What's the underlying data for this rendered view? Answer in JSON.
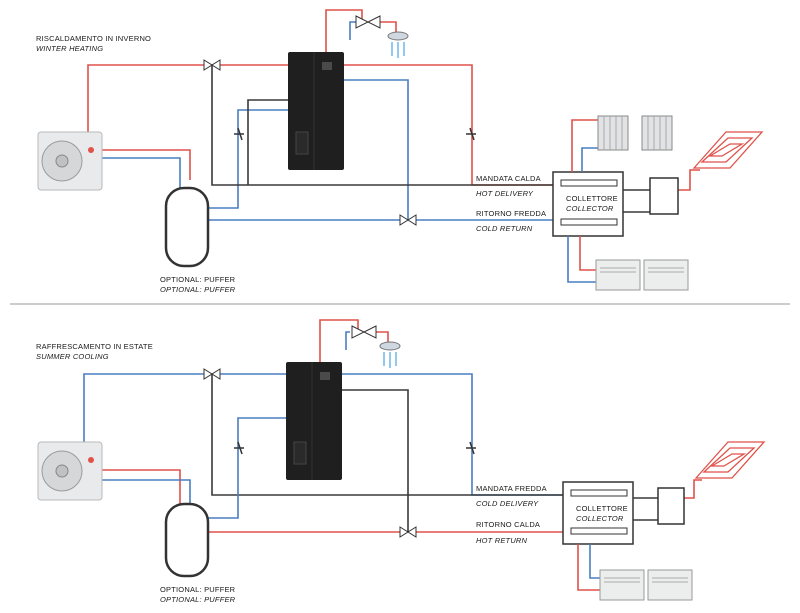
{
  "colors": {
    "hot": "#e0524a",
    "cold": "#4a7fc1",
    "neutral": "#3a3a3a",
    "unit_body": "#1f1f1f",
    "outdoor_unit": "#e9eaeb",
    "divider": "#9a9a9a"
  },
  "icons": [
    "outdoor-unit-icon",
    "indoor-heat-pump-icon",
    "puffer-tank-icon",
    "shower-icon",
    "mixing-valve-icon",
    "radiator-icon",
    "underfloor-coil-icon",
    "fan-coil-icon",
    "check-valve-icon",
    "three-way-valve-icon",
    "control-box-icon"
  ],
  "panels": [
    {
      "title": "RISCALDAMENTO IN INVERNO",
      "subtitle": "WINTER HEATING",
      "puffer_label": "OPTIONAL: PUFFER",
      "puffer_label_en": "OPTIONAL: PUFFER",
      "collector_label": "COLLETTORE",
      "collector_label_en": "COLLECTOR",
      "delivery_label": "MANDATA CALDA",
      "delivery_label_en": "HOT DELIVERY",
      "return_label": "RITORNO FREDDA",
      "return_label_en": "COLD RETURN"
    },
    {
      "title": "RAFFRESCAMENTO IN ESTATE",
      "subtitle": "SUMMER COOLING",
      "puffer_label": "OPTIONAL: PUFFER",
      "puffer_label_en": "OPTIONAL: PUFFER",
      "collector_label": "COLLETTORE",
      "collector_label_en": "COLLECTOR",
      "delivery_label": "MANDATA FREDDA",
      "delivery_label_en": "COLD DELIVERY",
      "return_label": "RITORNO CALDA",
      "return_label_en": "HOT RETURN"
    }
  ]
}
